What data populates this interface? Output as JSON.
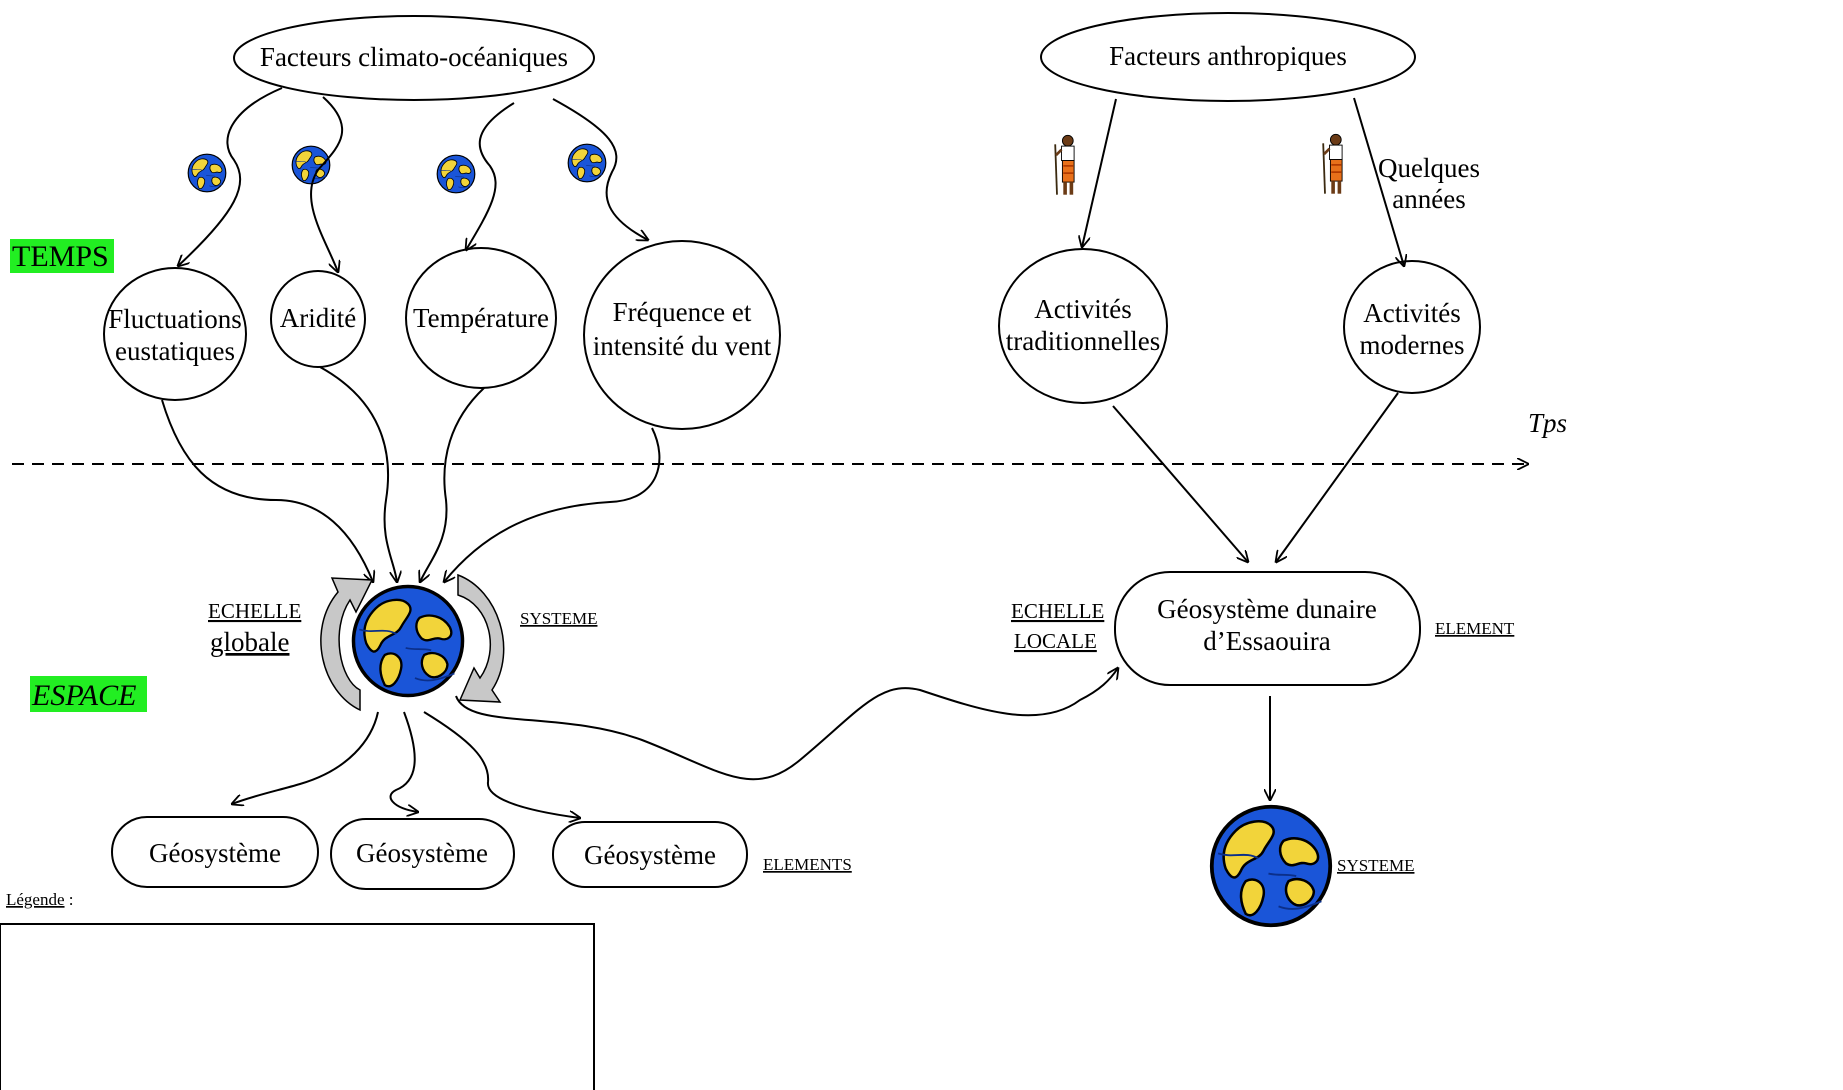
{
  "labels": {
    "temps": "TEMPS",
    "espace": "ESPACE",
    "tps": "Tps",
    "quelques_annees_1": "Quelques",
    "quelques_annees_2": "années",
    "echelle_globale_1": "ECHELLE",
    "echelle_globale_2": "globale",
    "systeme_global": "SYSTEME",
    "echelle_locale_1": "ECHELLE",
    "echelle_locale_2": "LOCALE",
    "element": "ELEMENT",
    "elements": "ELEMENTS",
    "systeme_local": "SYSTEME",
    "legende": "Légende",
    "legende_colon": " :"
  },
  "nodes": {
    "climato": "Facteurs climato-océaniques",
    "anthropiques": "Facteurs anthropiques",
    "fluctuations_1": "Fluctuations",
    "fluctuations_2": "eustatiques",
    "aridite": "Aridité",
    "temperature": "Température",
    "vent_1": "Fréquence et",
    "vent_2": "intensité du vent",
    "trad_1": "Activités",
    "trad_2": "traditionnelles",
    "modernes_1": "Activités",
    "modernes_2": "modernes",
    "geosysteme_dunaire_1": "Géosystème dunaire",
    "geosysteme_dunaire_2": "d’Essaouira",
    "geosysteme_a": "Géosystème",
    "geosysteme_b": "Géosystème",
    "geosysteme_c": "Géosystème"
  },
  "colors": {
    "highlight": "#22ee22",
    "ocean": "#1a55d8",
    "land": "#f2d43a",
    "cycle_arrow": "#c8c8c8"
  },
  "icons": [
    "globe-icon",
    "person-icon",
    "cycle-arrow-icon"
  ]
}
